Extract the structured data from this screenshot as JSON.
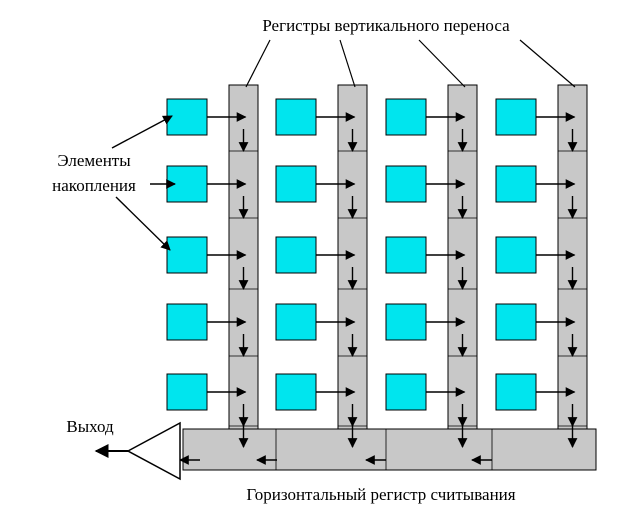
{
  "labels": {
    "vertical_registers": "Регистры вертикального переноса",
    "storage_elements_line1": "Элементы",
    "storage_elements_line2": "накопления",
    "output": "Выход",
    "horizontal_register": "Горизонтальный регистр считывания"
  },
  "grid": {
    "columns": 4,
    "rows": 5
  },
  "colors": {
    "storage_element": "#00e5ee",
    "register": "#c8c8c8",
    "stroke": "#000000",
    "background": "#ffffff"
  }
}
